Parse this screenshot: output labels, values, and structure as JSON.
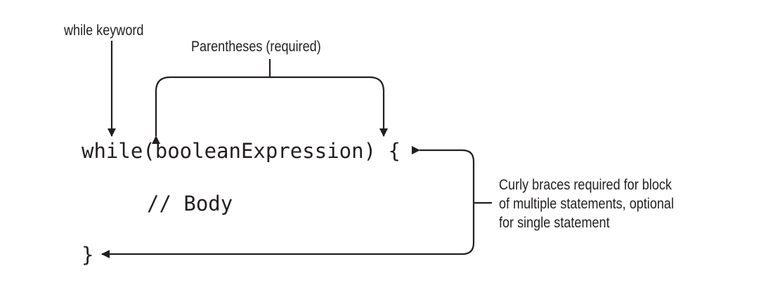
{
  "labels": {
    "while_keyword": "while keyword",
    "parentheses": "Parentheses (required)",
    "curly_braces": [
      "Curly braces required for block",
      "of multiple statements, optional",
      "for single statement"
    ]
  },
  "code": {
    "while_line": "while(booleanExpression) {",
    "body_line": "// Body",
    "closing_brace": "}"
  },
  "colors": {
    "ink": "#231f20",
    "background": "#ffffff"
  }
}
